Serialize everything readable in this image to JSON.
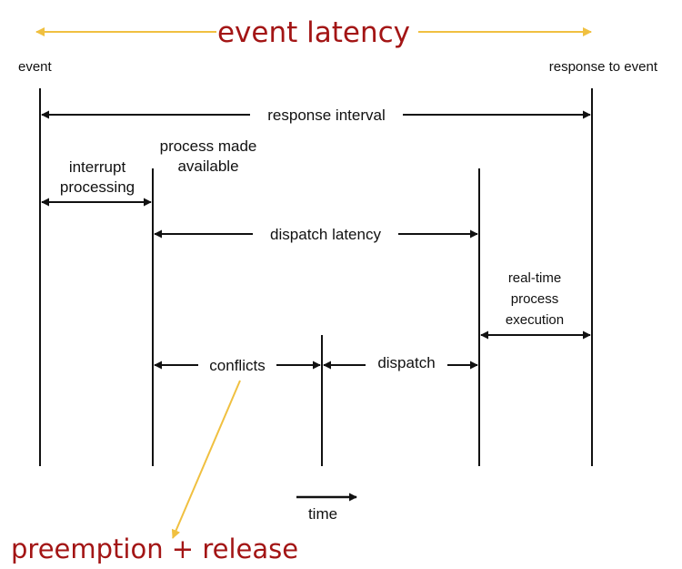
{
  "colors": {
    "title": "#a31515",
    "highlight_arrow": "#f0c040",
    "line": "#111111"
  },
  "title": "event latency",
  "callout": "preemption + release",
  "labels": {
    "event": "event",
    "response_to_event": "response to event",
    "response_interval": "response interval",
    "interrupt_processing_1": "interrupt",
    "interrupt_processing_2": "processing",
    "process_made_available_1": "process made",
    "process_made_available_2": "available",
    "dispatch_latency": "dispatch latency",
    "realtime_1": "real-time",
    "realtime_2": "process",
    "realtime_3": "execution",
    "conflicts": "conflicts",
    "dispatch": "dispatch",
    "time": "time"
  }
}
